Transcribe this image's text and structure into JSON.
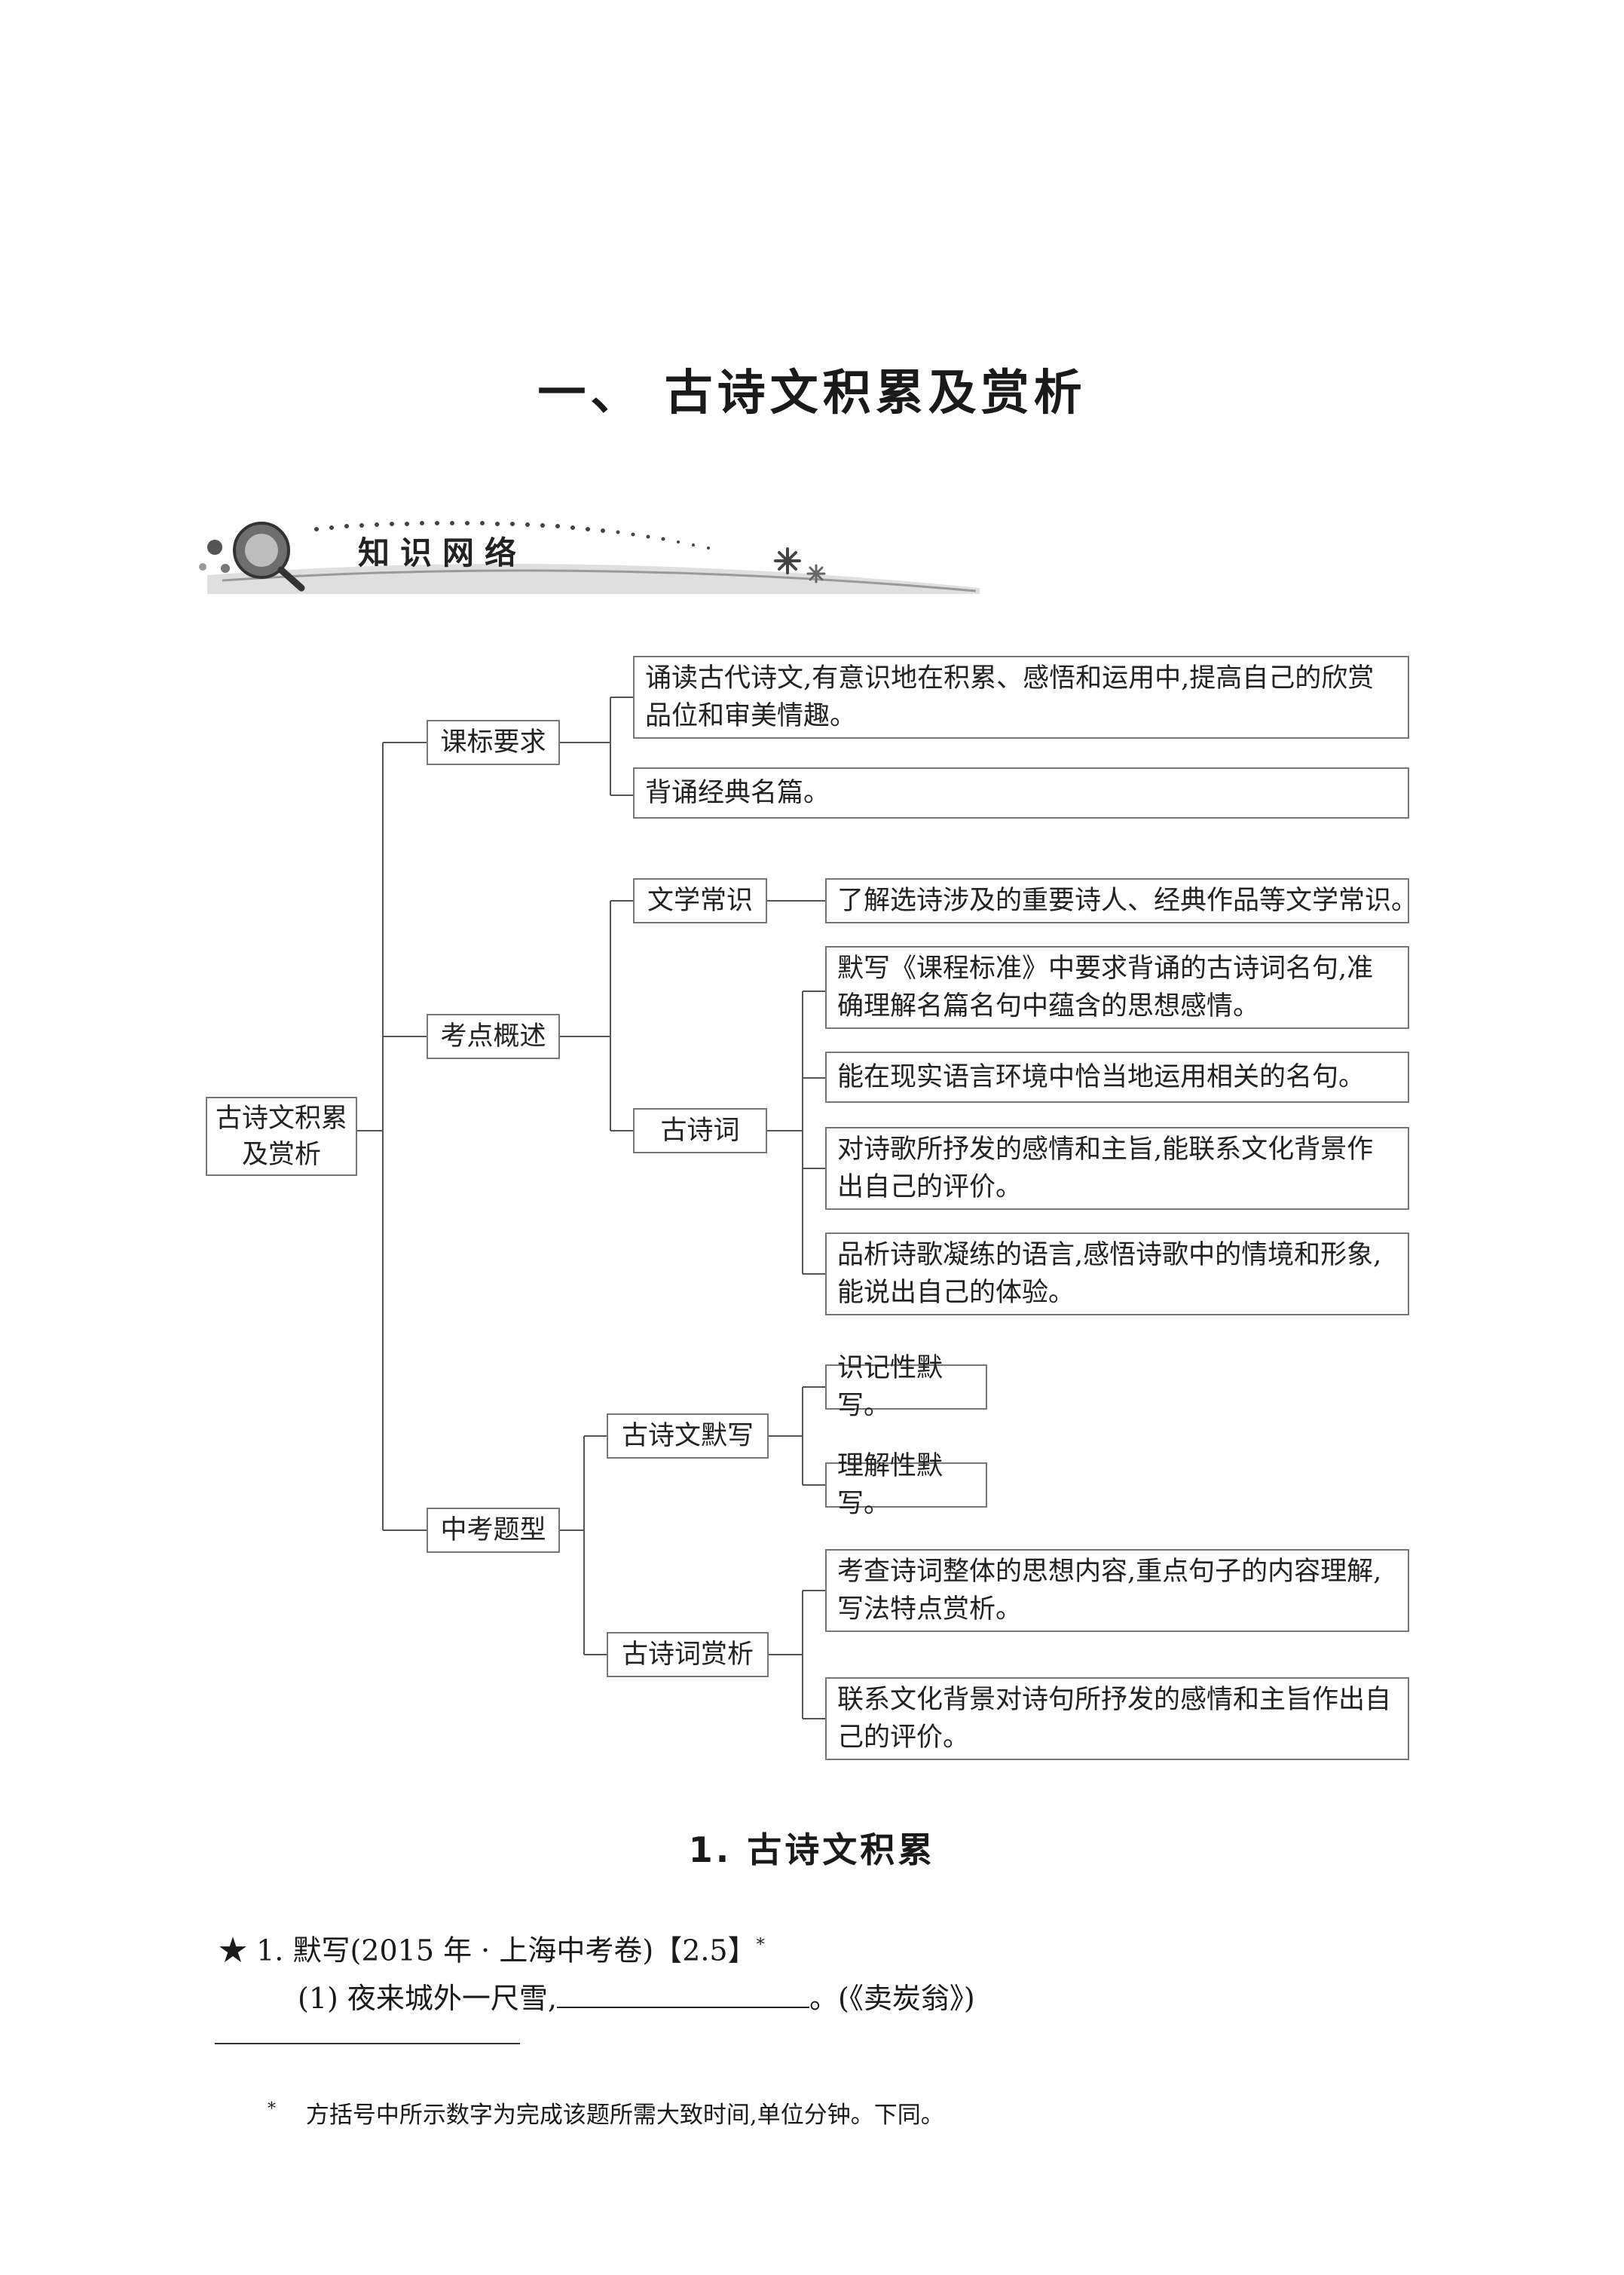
{
  "page": {
    "chapter_title": "一、 古诗文积累及赏析",
    "banner_label": "知识网络",
    "section_title": "1. 古诗文积累"
  },
  "tree": {
    "root": "古诗文积累及赏析",
    "branches": [
      {
        "label": "课标要求",
        "items": [
          "诵读古代诗文,有意识地在积累、感悟和运用中,提高自己的欣赏品位和审美情趣。",
          "背诵经典名篇。"
        ]
      },
      {
        "label": "考点概述",
        "sub": [
          {
            "label": "文学常识",
            "items": [
              "了解选诗涉及的重要诗人、经典作品等文学常识。"
            ]
          },
          {
            "label": "古诗词",
            "items": [
              "默写《课程标准》中要求背诵的古诗词名句,准确理解名篇名句中蕴含的思想感情。",
              "能在现实语言环境中恰当地运用相关的名句。",
              "对诗歌所抒发的感情和主旨,能联系文化背景作出自己的评价。",
              "品析诗歌凝练的语言,感悟诗歌中的情境和形象,能说出自己的体验。"
            ]
          }
        ]
      },
      {
        "label": "中考题型",
        "sub": [
          {
            "label": "古诗文默写",
            "items": [
              "识记性默写。",
              "理解性默写。"
            ]
          },
          {
            "label": "古诗词赏析",
            "items": [
              "考查诗词整体的思想内容,重点句子的内容理解,写法特点赏析。",
              "联系文化背景对诗句所抒发的感情和主旨作出自己的评价。"
            ]
          }
        ]
      }
    ]
  },
  "question": {
    "star": "★",
    "number": "1.",
    "text": "默写(2015 年 · 上海中考卷)【2.5】",
    "note_mark": "*",
    "sub_number": "(1)",
    "sub_text": "夜来城外一尺雪,",
    "sub_source": "。(《卖炭翁》)"
  },
  "footnote": {
    "mark": "*",
    "text": "方括号中所示数字为完成该题所需大致时间,单位分钟。下同。"
  }
}
